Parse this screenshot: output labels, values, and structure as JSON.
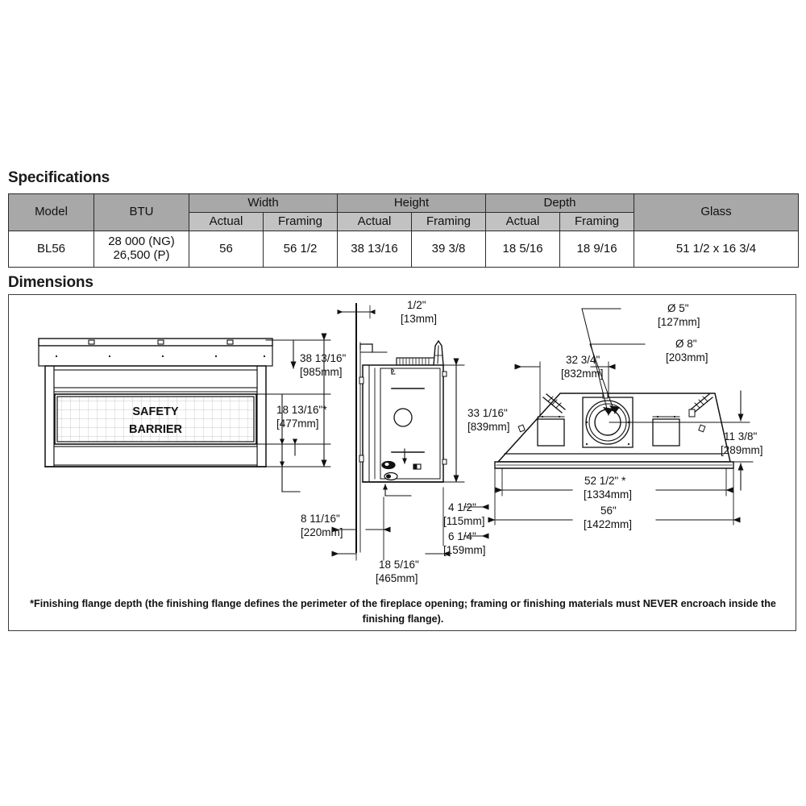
{
  "sections": {
    "specifications_title": "Specifications",
    "dimensions_title": "Dimensions"
  },
  "spec_table": {
    "group_headers": {
      "model": "Model",
      "btu": "BTU",
      "width": "Width",
      "height": "Height",
      "depth": "Depth",
      "glass": "Glass"
    },
    "sub_headers": {
      "width_actual": "Actual",
      "width_framing": "Framing",
      "height_actual": "Actual",
      "height_framing": "Framing",
      "depth_actual": "Actual",
      "depth_framing": "Framing"
    },
    "row": {
      "model": "BL56",
      "btu_ng": "28 000 (NG)",
      "btu_p": "26,500 (P)",
      "width_actual": "56",
      "width_framing": "56 1/2",
      "height_actual": "38 13/16",
      "height_framing": "39 3/8",
      "depth_actual": "18 5/16",
      "depth_framing": "18 9/16",
      "glass": "51 1/2 x 16 3/4"
    }
  },
  "drawing": {
    "front_view": {
      "barrier_line1": "SAFETY",
      "barrier_line2": "BARRIER",
      "dim_height_overall_in": "38 13/16\"",
      "dim_height_overall_mm": "[985mm]",
      "dim_opening_in": "18 13/16\"*",
      "dim_opening_mm": "[477mm]",
      "dim_base_in": "8 11/16\"",
      "dim_base_mm": "[220mm]"
    },
    "side_view": {
      "dim_flange_in": "1/2\"",
      "dim_flange_mm": "[13mm]",
      "dim_height_in": "33 1/16\"",
      "dim_height_mm": "[839mm]",
      "dim_gas_in": "4 1/2\"",
      "dim_gas_mm": "[115mm]",
      "dim_elec_in": "6 1/4\"",
      "dim_elec_mm": "[159mm]",
      "dim_depth_in": "18 5/16\"",
      "dim_depth_mm": "[465mm]"
    },
    "plan_view": {
      "dim_flue_inner_in": "Ø 5\"",
      "dim_flue_inner_mm": "[127mm]",
      "dim_flue_outer_in": "Ø 8\"",
      "dim_flue_outer_mm": "[203mm]",
      "dim_flue_offset_in": "32 3/4\"",
      "dim_flue_offset_mm": "[832mm]",
      "dim_depth_in": "11 3/8\"",
      "dim_depth_mm": "[289mm]",
      "dim_flange_width_in": "52 1/2\"   *",
      "dim_flange_width_mm": "[1334mm]",
      "dim_overall_width_in": "56\"",
      "dim_overall_width_mm": "[1422mm]"
    }
  },
  "footnote": {
    "line1": "*Finishing flange depth (the finishing flange defines the perimeter of the fireplace opening; framing or finishing materials must NEVER",
    "line2": "encroach inside the finishing flange)."
  },
  "colors": {
    "header_dark": "#a8a8a8",
    "header_light": "#c2c2c2",
    "line": "#1a1a1a",
    "border": "#2b2b2b"
  }
}
